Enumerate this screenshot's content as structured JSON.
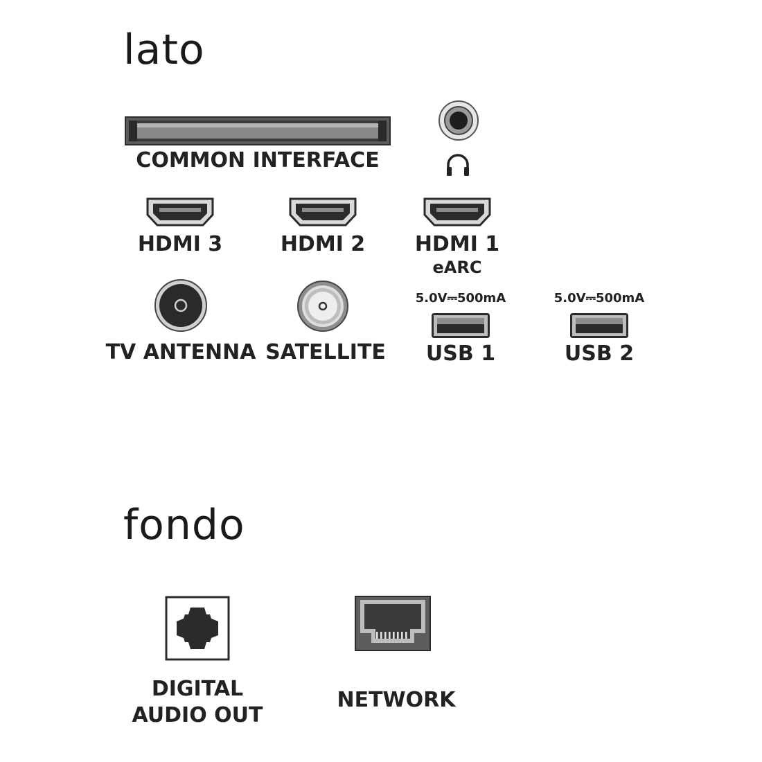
{
  "sections": {
    "side": {
      "title": "lato",
      "common_interface": "COMMON INTERFACE",
      "hdmi3": "HDMI 3",
      "hdmi2": "HDMI 2",
      "hdmi1": "HDMI 1",
      "hdmi1_sub": "eARC",
      "tv_antenna": "TV ANTENNA",
      "satellite": "SATELLITE",
      "usb1": "USB 1",
      "usb2": "USB 2",
      "usb1_spec": "5.0V⎓500mA",
      "usb2_spec": "5.0V⎓500mA"
    },
    "bottom": {
      "title": "fondo",
      "digital_audio_line1": "DIGITAL",
      "digital_audio_line2": "AUDIO OUT",
      "network": "NETWORK"
    }
  },
  "icons": {
    "common_interface": "ci-slot-icon",
    "headphone_jack": "headphone-jack-icon",
    "headphone": "headphone-icon",
    "hdmi": "hdmi-port-icon",
    "tv_antenna": "antenna-port-icon",
    "satellite": "satellite-port-icon",
    "usb": "usb-port-icon",
    "optical": "optical-port-icon",
    "network": "ethernet-port-icon"
  },
  "colors": {
    "text": "#222222",
    "port_dark": "#2b2b2b",
    "port_grey": "#8c8c8c"
  }
}
